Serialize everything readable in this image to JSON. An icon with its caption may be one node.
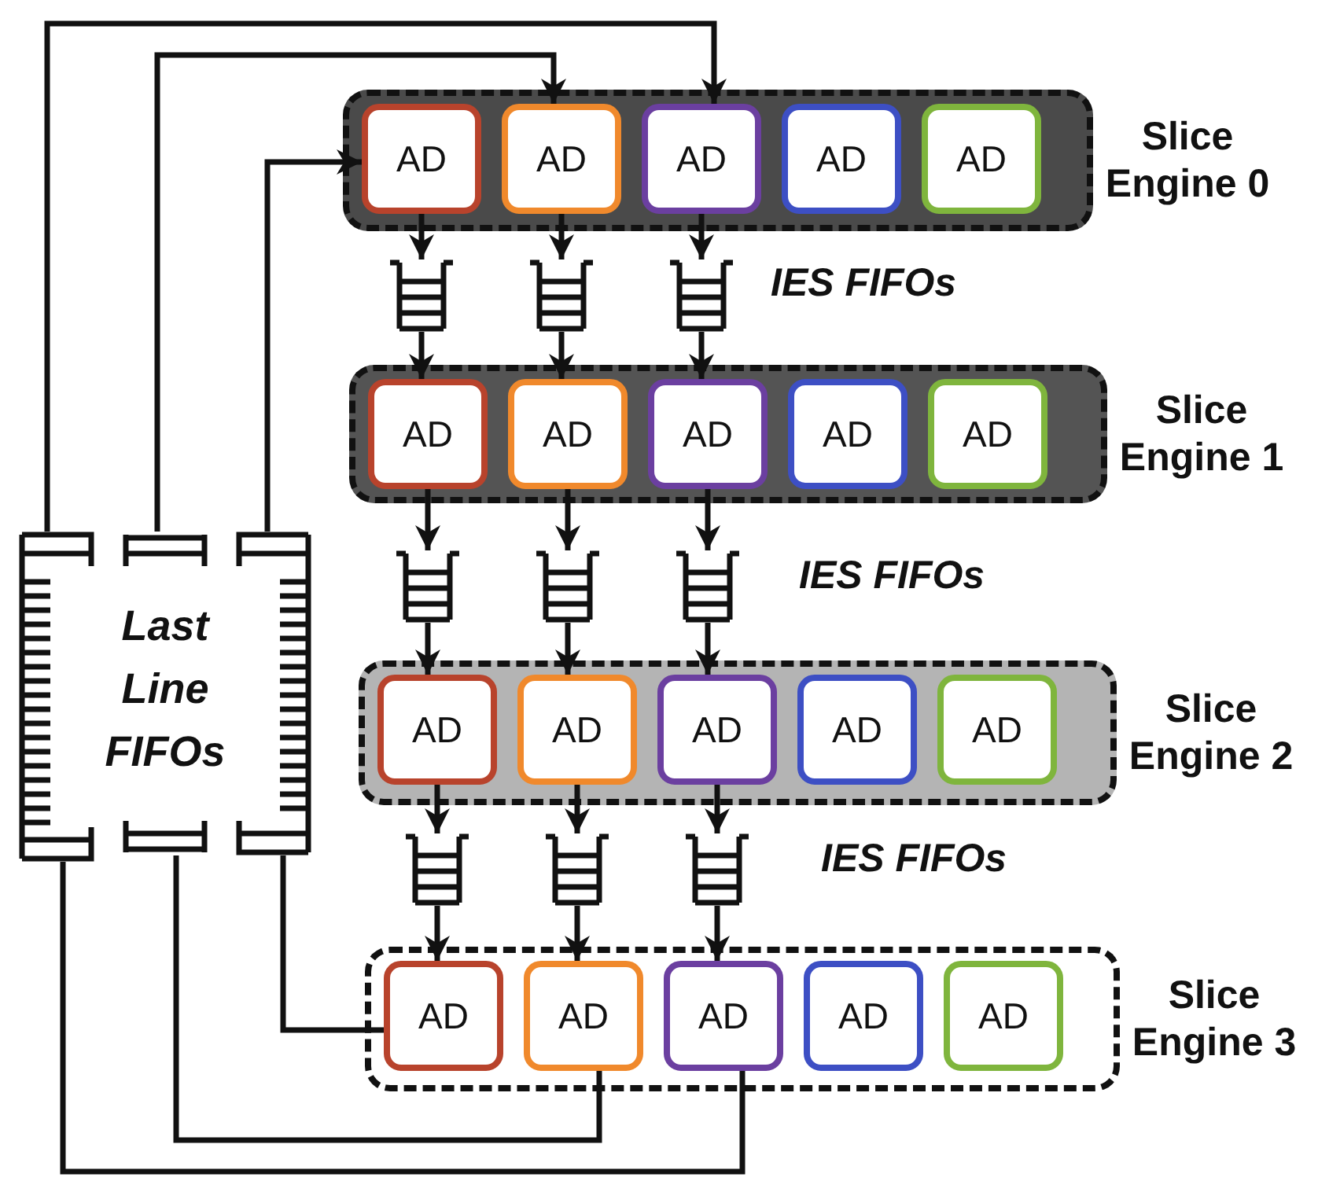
{
  "diagram": {
    "nodes": [
      {
        "text": [
          "Slice Engine 0"
        ]
      },
      {
        "text": [
          "AD"
        ],
        "in": 0
      },
      {
        "text": [
          "AD"
        ],
        "in": 0
      },
      {
        "text": [
          "AD"
        ],
        "in": 0
      },
      {
        "text": [
          "AD"
        ],
        "in": 0
      },
      {
        "text": [
          "AD"
        ],
        "in": 0
      },
      {
        "text": [],
        "shape": "box"
      },
      {
        "text": [],
        "shape": "box"
      },
      {
        "text": [],
        "shape": "box"
      },
      {
        "text": [
          "Slice Engine 1"
        ]
      },
      {
        "text": [
          "AD"
        ],
        "in": 9
      },
      {
        "text": [
          "AD"
        ],
        "in": 9
      },
      {
        "text": [
          "AD"
        ],
        "in": 9
      },
      {
        "text": [
          "AD"
        ],
        "in": 9
      },
      {
        "text": [
          "AD"
        ],
        "in": 9
      },
      {
        "text": [],
        "shape": "box"
      },
      {
        "text": [],
        "shape": "box"
      },
      {
        "text": [],
        "shape": "box"
      },
      {
        "text": [
          "Slice Engine 2"
        ]
      },
      {
        "text": [
          "AD"
        ],
        "in": 18
      },
      {
        "text": [
          "AD"
        ],
        "in": 18
      },
      {
        "text": [
          "AD"
        ],
        "in": 18
      },
      {
        "text": [
          "AD"
        ],
        "in": 18
      },
      {
        "text": [
          "AD"
        ],
        "in": 18
      },
      {
        "text": [],
        "shape": "box"
      },
      {
        "text": [],
        "shape": "box"
      },
      {
        "text": [],
        "shape": "box"
      },
      {
        "text": [
          "Slice Engine 3"
        ]
      },
      {
        "text": [
          "AD"
        ],
        "in": 27
      },
      {
        "text": [
          "AD"
        ],
        "in": 27
      },
      {
        "text": [
          "AD"
        ],
        "in": 27
      },
      {
        "text": [
          "AD"
        ],
        "in": 27
      },
      {
        "text": [
          "AD"
        ],
        "in": 27
      },
      {
        "text": [],
        "shape": "box"
      },
      {
        "text": [
          "Last Line FIFOs"
        ]
      },
      {
        "text": [],
        "shape": "box"
      }
    ],
    "edges": [
      {
        "from": 1,
        "to": 6,
        "arrow": "to"
      },
      {
        "from": 6,
        "to": 10,
        "arrow": "to"
      },
      {
        "from": 2,
        "to": 7,
        "arrow": "to"
      },
      {
        "from": 7,
        "to": 11,
        "arrow": "to"
      },
      {
        "from": 3,
        "to": 8,
        "arrow": "to"
      },
      {
        "from": 8,
        "to": 12,
        "arrow": "to"
      },
      {
        "from": 10,
        "to": 15,
        "arrow": "to"
      },
      {
        "from": 15,
        "to": 19,
        "arrow": "to"
      },
      {
        "from": 11,
        "to": 16,
        "arrow": "to"
      },
      {
        "from": 16,
        "to": 20,
        "arrow": "to"
      },
      {
        "from": 12,
        "to": 17,
        "arrow": "to"
      },
      {
        "from": 17,
        "to": 21,
        "arrow": "to"
      },
      {
        "from": 19,
        "to": 24,
        "arrow": "to"
      },
      {
        "from": 24,
        "to": 28,
        "arrow": "to"
      },
      {
        "from": 20,
        "to": 25,
        "arrow": "to"
      },
      {
        "from": 25,
        "to": 29,
        "arrow": "to"
      },
      {
        "from": 21,
        "to": 26,
        "arrow": "to"
      },
      {
        "from": 26,
        "to": 30,
        "arrow": "to"
      },
      {
        "from": 33,
        "to": 3,
        "arrow": "to"
      },
      {
        "from": 30,
        "to": 33,
        "arrow": "none"
      },
      {
        "from": 34,
        "to": 2,
        "arrow": "to"
      },
      {
        "from": 29,
        "to": 34,
        "arrow": "none"
      },
      {
        "from": 35,
        "to": 1,
        "arrow": "to"
      },
      {
        "from": 28,
        "to": 35,
        "arrow": "none"
      }
    ],
    "labels": [
      "IES FIFOs",
      "IES FIFOs",
      "IES FIFOs"
    ]
  }
}
